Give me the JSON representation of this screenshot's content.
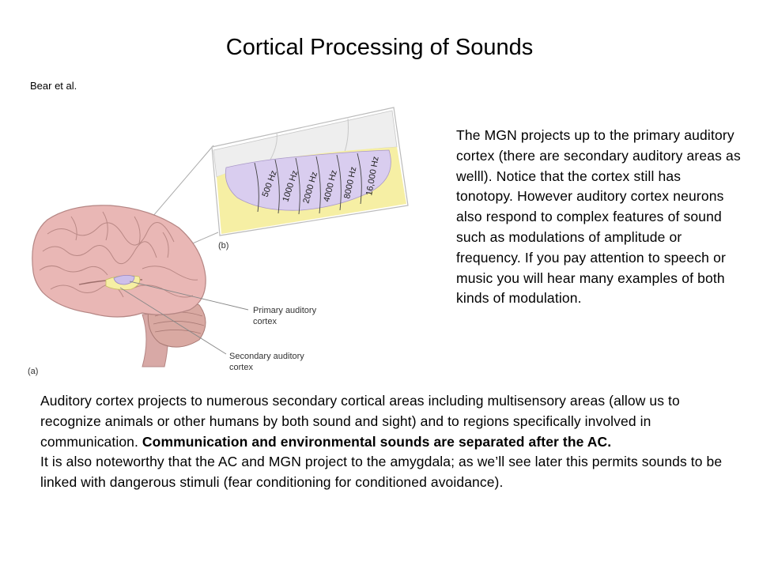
{
  "slide": {
    "title": "Cortical Processing of Sounds",
    "citation": "Bear et al."
  },
  "figure": {
    "panel_a_label": "(a)",
    "panel_b_label": "(b)",
    "primary_label_line1": "Primary auditory",
    "primary_label_line2": "cortex",
    "secondary_label_line1": "Secondary auditory",
    "secondary_label_line2": "cortex",
    "frequencies": [
      "500 Hz",
      "1000 Hz",
      "2000 Hz",
      "4000 Hz",
      "8000 Hz",
      "16,000 Hz"
    ],
    "colors": {
      "primary_cortex": "#d9cdef",
      "secondary_cortex": "#f6efa4",
      "brain": "#e9b7b5",
      "cerebellum": "#d9a9a2"
    }
  },
  "right_paragraph": "The MGN projects up to the primary auditory cortex (there are secondary auditory areas as welll). Notice that the cortex still has tonotopy. However auditory cortex neurons also respond to complex features of sound such as modulations of amplitude or frequency. If you pay attention to speech or music you will hear many examples of both kinds of modulation.",
  "bottom": {
    "para1_normal": "Auditory cortex projects to numerous secondary cortical areas including multisensory areas (allow us to recognize animals or other humans by both sound and sight) and to regions specifically involved in communication. ",
    "para1_bold": "Communication and environmental sounds are separated after the AC.",
    "para2": "It is also noteworthy that the AC and MGN project to the amygdala; as we’ll see later this permits sounds to be linked with dangerous stimuli (fear conditioning for conditioned avoidance)."
  }
}
